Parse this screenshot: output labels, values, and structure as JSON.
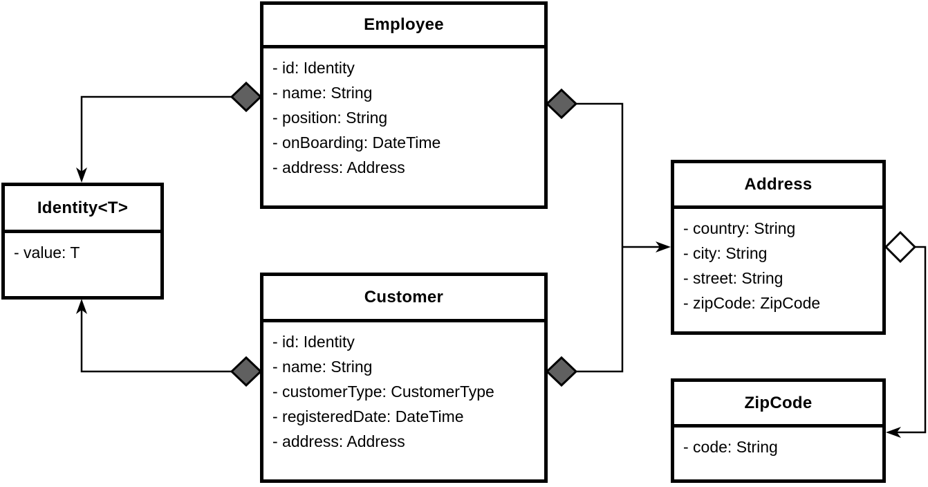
{
  "diagram": {
    "type": "uml-class-diagram",
    "colors": {
      "background": "#ffffff",
      "line": "#000000",
      "box_border": "#000000",
      "composition_diamond_fill": "#606060",
      "aggregation_diamond_fill": "#ffffff"
    },
    "classes": [
      {
        "name": "Employee",
        "title": "Employee",
        "attributes": [
          "- id: Identity",
          "- name: String",
          "- position: String",
          "- onBoarding: DateTime",
          "- address: Address"
        ]
      },
      {
        "name": "Identity",
        "title": "Identity<T>",
        "attributes": [
          "- value: T"
        ]
      },
      {
        "name": "Customer",
        "title": "Customer",
        "attributes": [
          "- id: Identity",
          "- name: String",
          "- customerType: CustomerType",
          "- registeredDate: DateTime",
          "- address: Address"
        ]
      },
      {
        "name": "Address",
        "title": "Address",
        "attributes": [
          "- country: String",
          "- city: String",
          "- street: String",
          "- zipCode: ZipCode"
        ]
      },
      {
        "name": "ZipCode",
        "title": "ZipCode",
        "attributes": [
          "- code: String"
        ]
      }
    ],
    "relationships": [
      {
        "from": "Employee",
        "to": "Identity<T>",
        "type": "composition"
      },
      {
        "from": "Customer",
        "to": "Identity<T>",
        "type": "composition"
      },
      {
        "from": "Employee",
        "to": "Address",
        "type": "composition"
      },
      {
        "from": "Customer",
        "to": "Address",
        "type": "composition"
      },
      {
        "from": "Address",
        "to": "ZipCode",
        "type": "aggregation"
      }
    ]
  }
}
